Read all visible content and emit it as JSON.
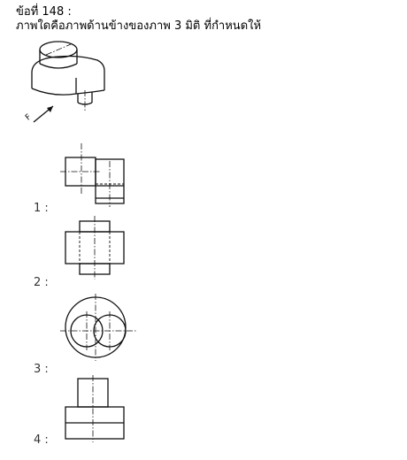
{
  "question": {
    "title": "ข้อที่ 148 :",
    "prompt": "ภาพใดคือภาพด้านข้างของภาพ 3 มิติ ที่กำหนดให้",
    "iso_view_arrow_label": "F"
  },
  "options": [
    {
      "label": "1 :"
    },
    {
      "label": "2 :"
    },
    {
      "label": "3 :"
    },
    {
      "label": "4 :"
    }
  ]
}
